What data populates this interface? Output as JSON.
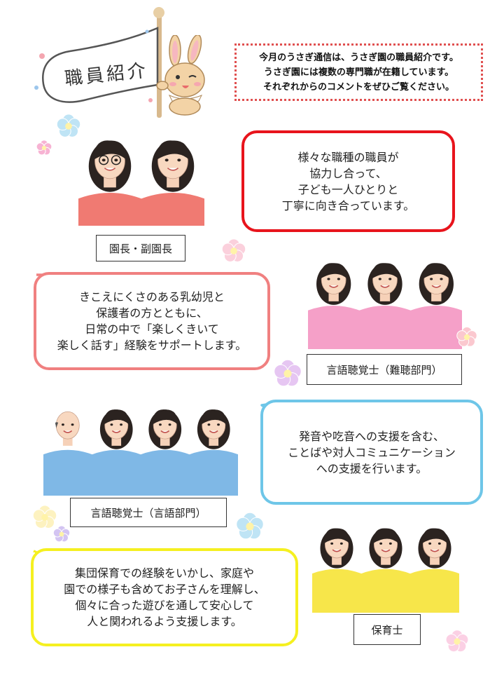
{
  "header": {
    "flag_title": "職員紹介",
    "intro_lines": [
      "今月のうさぎ通信は、うさぎ園の職員紹介です。",
      "うさぎ園には複数の専門職が在籍しています。",
      "それぞれからのコメントをぜひご覧ください。"
    ]
  },
  "sections": [
    {
      "label": "園長・副園長",
      "bubble_lines": [
        "様々な職種の職員が",
        "協力し合って、",
        "子ども一人ひとりと",
        "丁寧に向き合っています。"
      ],
      "bubble_color": "#e8141c",
      "shirt_color": "#f07a72"
    },
    {
      "label": "言語聴覚士（難聴部門）",
      "bubble_lines": [
        "きこえにくさのある乳幼児と",
        "保護者の方とともに、",
        "日常の中で「楽しくきいて",
        "楽しく話す」経験をサポートします。"
      ],
      "bubble_color": "#f08080",
      "shirt_color": "#f5a0c8"
    },
    {
      "label": "言語聴覚士（言語部門）",
      "bubble_lines": [
        "発音や吃音への支援を含む、",
        "ことばや対人コミュニケーション",
        "への支援を行います。"
      ],
      "bubble_color": "#6ec6e8",
      "shirt_color": "#7fb8e6"
    },
    {
      "label": "保育士",
      "bubble_lines": [
        "集団保育での経験をいかし、家庭や",
        "園での様子も含めてお子さんを理解し、",
        "個々に合った遊びを通して安心して",
        "人と関われるよう支援します。"
      ],
      "bubble_color": "#f5f020",
      "shirt_color": "#f7e64a"
    }
  ],
  "icons": {
    "mascot": "rabbit-mascot-icon",
    "decoration": "flower-icon"
  }
}
